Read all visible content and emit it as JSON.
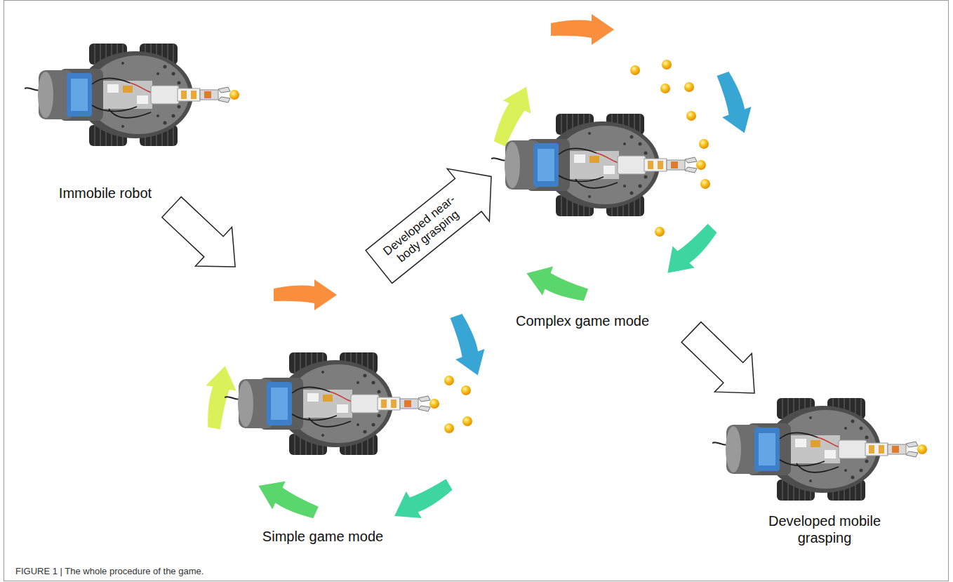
{
  "diagram": {
    "caption": "FIGURE 1 | The whole procedure of the game.",
    "nodes": [
      {
        "text": [
          "Immobile robot"
        ]
      },
      {
        "text": [
          "Simple game mode"
        ]
      },
      {
        "text": [
          "Complex game mode"
        ]
      },
      {
        "text": [
          "Developed mobile grasping"
        ]
      }
    ],
    "edges": [
      {
        "from": 0,
        "to": 1,
        "arrow": "to"
      },
      {
        "from": 1,
        "to": 2,
        "label": "Developed near- body grasping",
        "arrow": "to"
      },
      {
        "from": 2,
        "to": 3,
        "arrow": "to"
      }
    ]
  }
}
